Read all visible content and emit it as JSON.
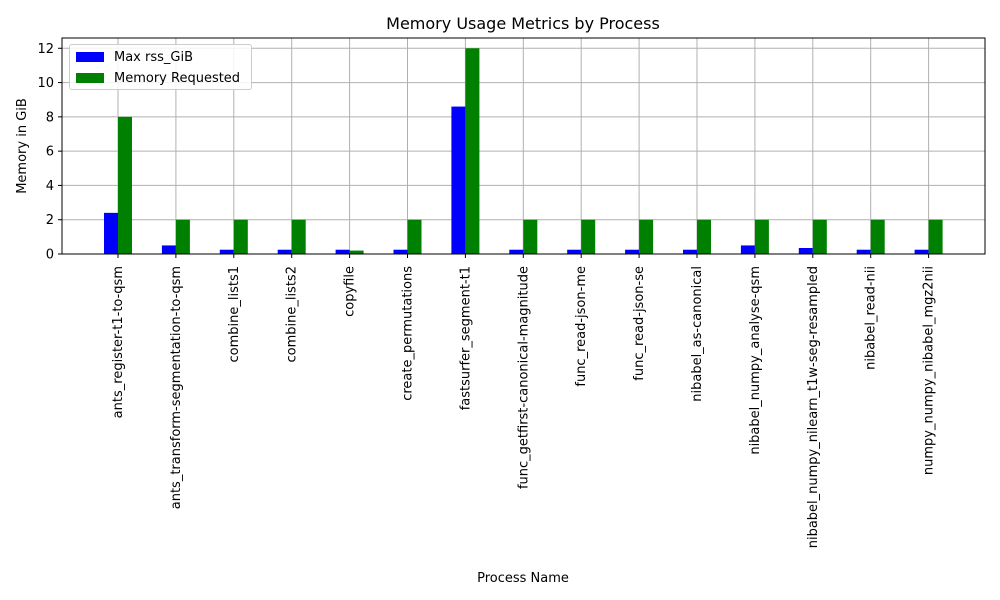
{
  "chart_data": {
    "type": "bar",
    "title": "Memory Usage Metrics by Process",
    "xlabel": "Process Name",
    "ylabel": "Memory in GiB",
    "ylim": [
      0,
      12.6
    ],
    "yticks": [
      0,
      2,
      4,
      6,
      8,
      10,
      12
    ],
    "grid": true,
    "legend_position": "top-left",
    "categories": [
      "ants_register-t1-to-qsm",
      "ants_transform-segmentation-to-qsm",
      "combine_lists1",
      "combine_lists2",
      "copyfile",
      "create_permutations",
      "fastsurfer_segment-t1",
      "func_getfirst-canonical-magnitude",
      "func_read-json-me",
      "func_read-json-se",
      "nibabel_as-canonical",
      "nibabel_numpy_analyse-qsm",
      "nibabel_numpy_nilearn_t1w-seg-resampled",
      "nibabel_read-nii",
      "numpy_numpy_nibabel_mgz2nii"
    ],
    "series": [
      {
        "name": "Max rss_GiB",
        "color": "#0000ff",
        "values": [
          2.4,
          0.5,
          0.25,
          0.25,
          0.25,
          0.25,
          8.6,
          0.25,
          0.25,
          0.25,
          0.25,
          0.5,
          0.35,
          0.25,
          0.25
        ]
      },
      {
        "name": "Memory Requested",
        "color": "#008000",
        "values": [
          8,
          2,
          2,
          2,
          0.2,
          2,
          12,
          2,
          2,
          2,
          2,
          2,
          2,
          2,
          2
        ]
      }
    ]
  }
}
